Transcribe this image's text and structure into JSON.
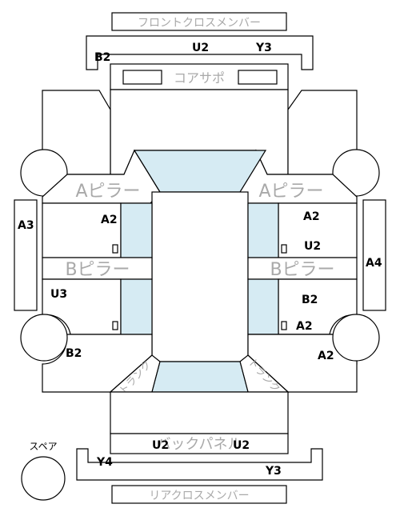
{
  "part_labels": {
    "front_cross_member": "フロントクロスメンバー",
    "core_support": "コアサポ",
    "a_pillar_left": "Aピラー",
    "a_pillar_right": "Aピラー",
    "b_pillar_left": "Bピラー",
    "b_pillar_right": "Bピラー",
    "trunk_left": "トランク",
    "trunk_right": "トランク",
    "back_panel": "バックパネル",
    "rear_cross_member": "リアクロスメンバー",
    "spare": "スペア"
  },
  "damage_codes": {
    "front_member_b2": "B2",
    "front_member_u2": "U2",
    "front_member_y3": "Y3",
    "left_side_sill_a3": "A3",
    "right_side_sill_a4": "A4",
    "left_front_door_a2": "A2",
    "right_front_door_a2": "A2",
    "right_front_door_u2": "U2",
    "left_rear_door_u3": "U3",
    "right_rear_door_b2": "B2",
    "right_rear_door_a2": "A2",
    "left_rear_fender_b2": "B2",
    "right_rear_fender_a2": "A2",
    "back_panel_u2_left": "U2",
    "back_panel_u2_right": "U2",
    "rear_member_y4": "Y4",
    "rear_member_y3": "Y3"
  },
  "colors": {
    "glass": "#d6ebf3",
    "outline": "#000000",
    "part_label": "#a9a9a9"
  }
}
